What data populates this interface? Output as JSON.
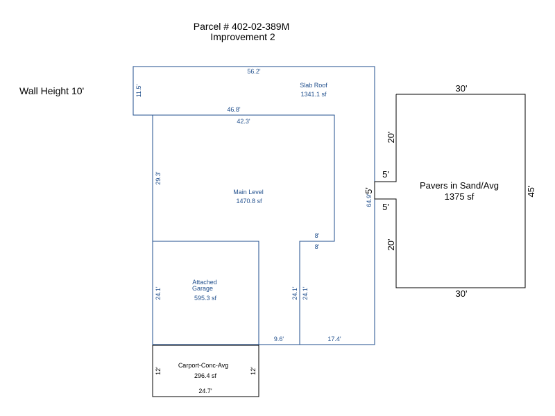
{
  "header": {
    "parcel": "Parcel # 402-02-389M",
    "improvement": "Improvement 2"
  },
  "wall_height": "Wall Height 10'",
  "areas": {
    "slab_roof": {
      "name": "Slab Roof",
      "area": "1341.1 sf"
    },
    "main_level": {
      "name": "Main Level",
      "area": "1470.8 sf"
    },
    "garage": {
      "name_1": "Attached",
      "name_2": "Garage",
      "area": "595.3 sf"
    },
    "carport": {
      "name": "Carport-Conc-Avg",
      "area": "296.4 sf"
    },
    "pavers": {
      "name": "Pavers in Sand/Avg",
      "area": "1375 sf"
    }
  },
  "dimensions": {
    "slab_top": "56.2'",
    "slab_left": "11.5'",
    "slab_inner": "46.8'",
    "main_top": "42.3'",
    "main_left": "29.3'",
    "right_side": "64.9'",
    "notch_a": "8'",
    "notch_b": "8'",
    "garage_left": "24.1'",
    "notch_left": "24.1'",
    "notch_right": "24.1'",
    "bottom_mid": "9.6'",
    "bottom_right": "17.4'",
    "carport_left": "12'",
    "carport_right": "12'",
    "carport_bottom": "24.7'",
    "pavers_top": "30'",
    "pavers_bottom": "30'",
    "pavers_right": "45'",
    "pavers_left_upper": "20'",
    "pavers_left_lower": "20'",
    "pavers_step_upper": "5'",
    "pavers_step_lower": "5'",
    "pavers_step_side": "5'"
  }
}
